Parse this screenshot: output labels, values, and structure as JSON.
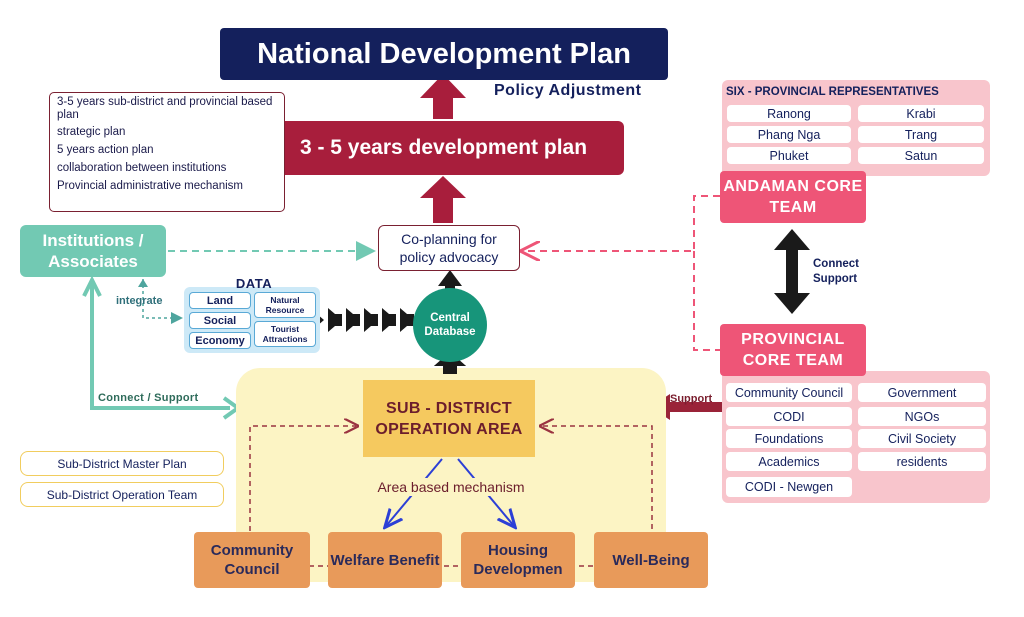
{
  "colors": {
    "navy": "#14205c",
    "crimson": "#a81e3c",
    "teal": "#72c9b3",
    "green": "#17957a",
    "pink": "#ee5577",
    "light_pink": "#f8c5cc",
    "yellow": "#f5c95f",
    "orange": "#e89a5a",
    "light_blue": "#cde9f7"
  },
  "top": {
    "national_plan": "National Development Plan",
    "policy_adjustment": "Policy Adjustment",
    "dev_plan": "3 - 5 years development plan"
  },
  "plan_list": [
    "3-5 years sub-district and provincial based plan",
    "strategic plan",
    "5 years action plan",
    "collaboration between institutions",
    "Provincial administrative mechanism"
  ],
  "coplanning": "Co-planning for policy advocacy",
  "institutions": "Institutions / Associates",
  "integrate_label": "integrate",
  "connect_support_label": "Connect / Support",
  "data": {
    "title": "DATA",
    "items": [
      "Land",
      "Natural Resource",
      "Social",
      "Tourist Attractions",
      "Economy"
    ]
  },
  "central_database": "Central Database",
  "sub_district": {
    "title": "SUB - DISTRICT OPERATION AREA",
    "mechanism": "Area based mechanism",
    "units": [
      "Community Council",
      "Welfare Benefit",
      "Housing Developmen",
      "Well-Being"
    ]
  },
  "left_notes": [
    "Sub-District Master Plan",
    "Sub-District Operation Team"
  ],
  "six_provincial": {
    "title": "SIX - PROVINCIAL REPRESENTATIVES",
    "provinces": [
      "Ranong",
      "Krabi",
      "Phang Nga",
      "Trang",
      "Phuket",
      "Satun"
    ]
  },
  "andaman_core": "ANDAMAN CORE TEAM",
  "connect_support_right": "Connect Support",
  "provincial_core": "PROVINCIAL CORE TEAM",
  "support_label": "Support",
  "members": [
    "Community Council",
    "Government",
    "CODI",
    "NGOs",
    "Foundations",
    "Civil Society",
    "Academics",
    "residents",
    "CODI - Newgen"
  ]
}
